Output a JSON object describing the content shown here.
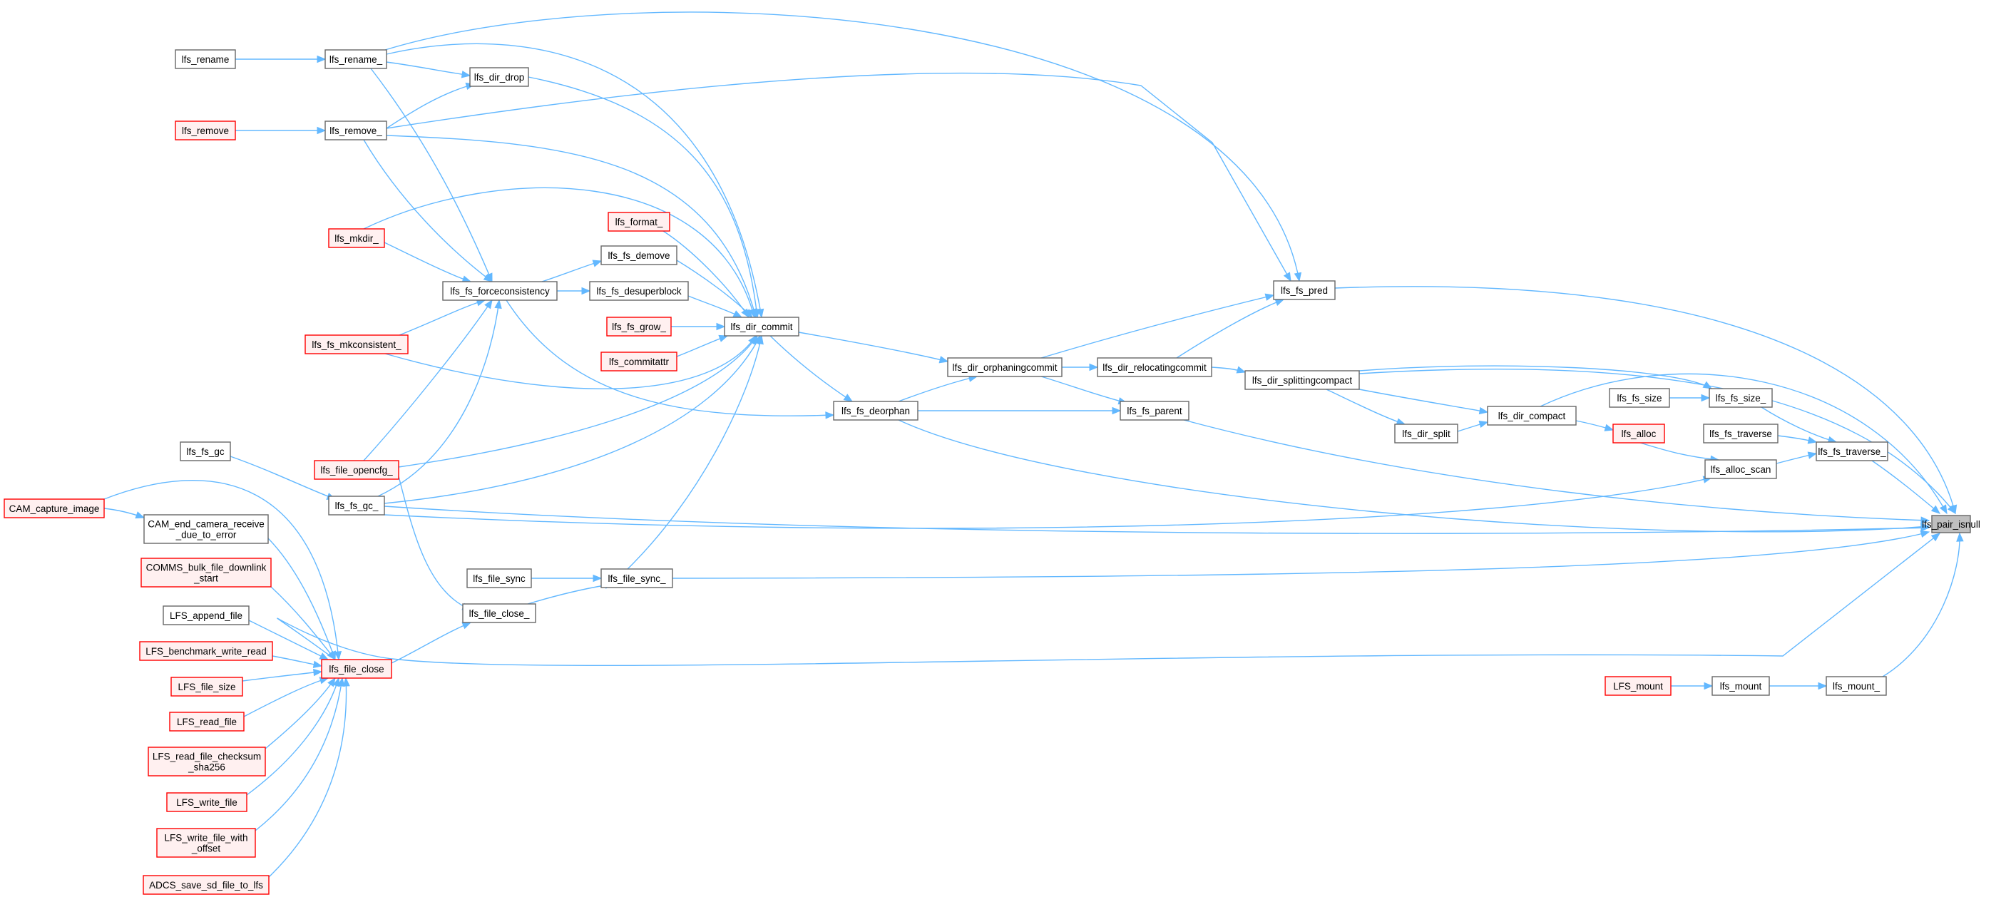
{
  "colors": {
    "edge": "#63b8ff",
    "node_border": "#666666",
    "node_fill": "#ffffff",
    "trunc_border": "#ff0000",
    "trunc_fill": "#fff0f0",
    "focus_border": "#666666",
    "focus_fill": "#bfbfbf"
  },
  "nodes": [
    {
      "id": "lfs_pair_isnull",
      "lines": [
        "lfs_pair_isnull"
      ],
      "kind": "focus"
    },
    {
      "id": "lfs_fs_pred",
      "lines": [
        "lfs_fs_pred"
      ],
      "kind": "normal"
    },
    {
      "id": "lfs_dir_splittingcompact",
      "lines": [
        "lfs_dir_splittingcompact"
      ],
      "kind": "normal"
    },
    {
      "id": "lfs_dir_compact",
      "lines": [
        "lfs_dir_compact"
      ],
      "kind": "normal"
    },
    {
      "id": "lfs_dir_split",
      "lines": [
        "lfs_dir_split"
      ],
      "kind": "normal"
    },
    {
      "id": "lfs_fs_size",
      "lines": [
        "lfs_fs_size"
      ],
      "kind": "normal"
    },
    {
      "id": "lfs_fs_size_",
      "lines": [
        "lfs_fs_size_"
      ],
      "kind": "normal"
    },
    {
      "id": "lfs_fs_traverse",
      "lines": [
        "lfs_fs_traverse"
      ],
      "kind": "normal"
    },
    {
      "id": "lfs_alloc",
      "lines": [
        "lfs_alloc"
      ],
      "kind": "truncated"
    },
    {
      "id": "lfs_fs_traverse_",
      "lines": [
        "lfs_fs_traverse_"
      ],
      "kind": "normal"
    },
    {
      "id": "lfs_alloc_scan",
      "lines": [
        "lfs_alloc_scan"
      ],
      "kind": "normal"
    },
    {
      "id": "lfs_dir_relocatingcommit",
      "lines": [
        "lfs_dir_relocatingcommit"
      ],
      "kind": "normal"
    },
    {
      "id": "lfs_dir_orphaningcommit",
      "lines": [
        "lfs_dir_orphaningcommit"
      ],
      "kind": "normal"
    },
    {
      "id": "lfs_fs_parent",
      "lines": [
        "lfs_fs_parent"
      ],
      "kind": "normal"
    },
    {
      "id": "lfs_fs_deorphan",
      "lines": [
        "lfs_fs_deorphan"
      ],
      "kind": "normal"
    },
    {
      "id": "lfs_dir_commit",
      "lines": [
        "lfs_dir_commit"
      ],
      "kind": "normal"
    },
    {
      "id": "lfs_format_",
      "lines": [
        "lfs_format_"
      ],
      "kind": "truncated"
    },
    {
      "id": "lfs_fs_demove",
      "lines": [
        "lfs_fs_demove"
      ],
      "kind": "normal"
    },
    {
      "id": "lfs_fs_desuperblock",
      "lines": [
        "lfs_fs_desuperblock"
      ],
      "kind": "normal"
    },
    {
      "id": "lfs_fs_grow_",
      "lines": [
        "lfs_fs_grow_"
      ],
      "kind": "truncated"
    },
    {
      "id": "lfs_commitattr",
      "lines": [
        "lfs_commitattr"
      ],
      "kind": "truncated"
    },
    {
      "id": "lfs_dir_drop",
      "lines": [
        "lfs_dir_drop"
      ],
      "kind": "normal"
    },
    {
      "id": "lfs_rename_",
      "lines": [
        "lfs_rename_"
      ],
      "kind": "normal"
    },
    {
      "id": "lfs_rename",
      "lines": [
        "lfs_rename"
      ],
      "kind": "normal"
    },
    {
      "id": "lfs_remove_",
      "lines": [
        "lfs_remove_"
      ],
      "kind": "normal"
    },
    {
      "id": "lfs_remove",
      "lines": [
        "lfs_remove"
      ],
      "kind": "truncated"
    },
    {
      "id": "lfs_mkdir_",
      "lines": [
        "lfs_mkdir_"
      ],
      "kind": "truncated"
    },
    {
      "id": "lfs_fs_forceconsistency",
      "lines": [
        "lfs_fs_forceconsistency"
      ],
      "kind": "normal"
    },
    {
      "id": "lfs_fs_mkconsistent_",
      "lines": [
        "lfs_fs_mkconsistent_"
      ],
      "kind": "truncated"
    },
    {
      "id": "lfs_file_opencfg_",
      "lines": [
        "lfs_file_opencfg_"
      ],
      "kind": "truncated"
    },
    {
      "id": "lfs_fs_gc",
      "lines": [
        "lfs_fs_gc"
      ],
      "kind": "normal"
    },
    {
      "id": "lfs_fs_gc_",
      "lines": [
        "lfs_fs_gc_"
      ],
      "kind": "normal"
    },
    {
      "id": "lfs_file_sync",
      "lines": [
        "lfs_file_sync"
      ],
      "kind": "normal"
    },
    {
      "id": "lfs_file_sync_",
      "lines": [
        "lfs_file_sync_"
      ],
      "kind": "normal"
    },
    {
      "id": "lfs_file_close_",
      "lines": [
        "lfs_file_close_"
      ],
      "kind": "normal"
    },
    {
      "id": "lfs_file_close",
      "lines": [
        "lfs_file_close"
      ],
      "kind": "truncated"
    },
    {
      "id": "CAM_capture_image",
      "lines": [
        "CAM_capture_image"
      ],
      "kind": "truncated"
    },
    {
      "id": "CAM_end_camera_receive_due_to_error",
      "lines": [
        "CAM_end_camera_receive",
        "_due_to_error"
      ],
      "kind": "normal"
    },
    {
      "id": "COMMS_bulk_file_downlink_start",
      "lines": [
        "COMMS_bulk_file_downlink",
        "_start"
      ],
      "kind": "truncated"
    },
    {
      "id": "LFS_append_file",
      "lines": [
        "LFS_append_file"
      ],
      "kind": "normal"
    },
    {
      "id": "LFS_benchmark_write_read",
      "lines": [
        "LFS_benchmark_write_read"
      ],
      "kind": "truncated"
    },
    {
      "id": "LFS_file_size",
      "lines": [
        "LFS_file_size"
      ],
      "kind": "truncated"
    },
    {
      "id": "LFS_read_file",
      "lines": [
        "LFS_read_file"
      ],
      "kind": "truncated"
    },
    {
      "id": "LFS_read_file_checksum_sha256",
      "lines": [
        "LFS_read_file_checksum",
        "_sha256"
      ],
      "kind": "truncated"
    },
    {
      "id": "LFS_write_file",
      "lines": [
        "LFS_write_file"
      ],
      "kind": "truncated"
    },
    {
      "id": "LFS_write_file_with_offset",
      "lines": [
        "LFS_write_file_with",
        "_offset"
      ],
      "kind": "truncated"
    },
    {
      "id": "ADCS_save_sd_file_to_lfs",
      "lines": [
        "ADCS_save_sd_file_to_lfs"
      ],
      "kind": "truncated"
    },
    {
      "id": "lfs_mount_",
      "lines": [
        "lfs_mount_"
      ],
      "kind": "normal"
    },
    {
      "id": "lfs_mount",
      "lines": [
        "lfs_mount"
      ],
      "kind": "normal"
    },
    {
      "id": "LFS_mount",
      "lines": [
        "LFS_mount"
      ],
      "kind": "truncated"
    }
  ],
  "edges": [
    {
      "from": "lfs_fs_pred",
      "to": "lfs_pair_isnull"
    },
    {
      "from": "lfs_dir_splittingcompact",
      "to": "lfs_pair_isnull"
    },
    {
      "from": "lfs_dir_compact",
      "to": "lfs_pair_isnull"
    },
    {
      "from": "lfs_fs_traverse_",
      "to": "lfs_pair_isnull"
    },
    {
      "from": "lfs_fs_parent",
      "to": "lfs_pair_isnull"
    },
    {
      "from": "lfs_fs_deorphan",
      "to": "lfs_pair_isnull"
    },
    {
      "from": "lfs_fs_gc_",
      "to": "lfs_pair_isnull"
    },
    {
      "from": "lfs_file_sync_",
      "to": "lfs_pair_isnull"
    },
    {
      "from": "lfs_file_close",
      "to": "lfs_pair_isnull"
    },
    {
      "from": "lfs_mount_",
      "to": "lfs_pair_isnull"
    },
    {
      "from": "lfs_fs_size_",
      "to": "lfs_fs_traverse_"
    },
    {
      "from": "lfs_fs_traverse",
      "to": "lfs_fs_traverse_"
    },
    {
      "from": "lfs_alloc_scan",
      "to": "lfs_fs_traverse_"
    },
    {
      "from": "lfs_fs_size",
      "to": "lfs_fs_size_"
    },
    {
      "from": "lfs_alloc",
      "to": "lfs_alloc_scan"
    },
    {
      "from": "lfs_dir_splittingcompact",
      "to": "lfs_fs_size_"
    },
    {
      "from": "lfs_fs_gc_",
      "to": "lfs_alloc_scan"
    },
    {
      "from": "lfs_dir_split",
      "to": "lfs_dir_compact"
    },
    {
      "from": "lfs_dir_compact",
      "to": "lfs_alloc"
    },
    {
      "from": "lfs_dir_splittingcompact",
      "to": "lfs_dir_compact"
    },
    {
      "from": "lfs_dir_splittingcompact",
      "to": "lfs_dir_split"
    },
    {
      "from": "lfs_dir_relocatingcommit",
      "to": "lfs_dir_splittingcompact"
    },
    {
      "from": "lfs_dir_relocatingcommit",
      "to": "lfs_fs_pred"
    },
    {
      "from": "lfs_dir_orphaningcommit",
      "to": "lfs_fs_pred"
    },
    {
      "from": "lfs_dir_orphaningcommit",
      "to": "lfs_dir_relocatingcommit"
    },
    {
      "from": "lfs_dir_orphaningcommit",
      "to": "lfs_fs_parent"
    },
    {
      "from": "lfs_fs_deorphan",
      "to": "lfs_fs_parent"
    },
    {
      "from": "lfs_fs_deorphan",
      "to": "lfs_dir_orphaningcommit"
    },
    {
      "from": "lfs_dir_commit",
      "to": "lfs_dir_orphaningcommit"
    },
    {
      "from": "lfs_dir_commit",
      "to": "lfs_fs_deorphan"
    },
    {
      "from": "lfs_rename_",
      "to": "lfs_fs_pred"
    },
    {
      "from": "lfs_remove_",
      "to": "lfs_fs_pred"
    },
    {
      "from": "lfs_format_",
      "to": "lfs_dir_commit"
    },
    {
      "from": "lfs_fs_demove",
      "to": "lfs_dir_commit"
    },
    {
      "from": "lfs_fs_desuperblock",
      "to": "lfs_dir_commit"
    },
    {
      "from": "lfs_fs_grow_",
      "to": "lfs_dir_commit"
    },
    {
      "from": "lfs_commitattr",
      "to": "lfs_dir_commit"
    },
    {
      "from": "lfs_dir_drop",
      "to": "lfs_dir_commit"
    },
    {
      "from": "lfs_rename_",
      "to": "lfs_dir_commit"
    },
    {
      "from": "lfs_remove_",
      "to": "lfs_dir_commit"
    },
    {
      "from": "lfs_mkdir_",
      "to": "lfs_dir_commit"
    },
    {
      "from": "lfs_fs_mkconsistent_",
      "to": "lfs_dir_commit"
    },
    {
      "from": "lfs_file_opencfg_",
      "to": "lfs_dir_commit"
    },
    {
      "from": "lfs_fs_gc_",
      "to": "lfs_dir_commit"
    },
    {
      "from": "lfs_file_sync_",
      "to": "lfs_dir_commit"
    },
    {
      "from": "lfs_rename_",
      "to": "lfs_dir_drop"
    },
    {
      "from": "lfs_remove_",
      "to": "lfs_dir_drop"
    },
    {
      "from": "lfs_rename",
      "to": "lfs_rename_"
    },
    {
      "from": "lfs_remove",
      "to": "lfs_remove_"
    },
    {
      "from": "lfs_fs_forceconsistency",
      "to": "lfs_fs_demove"
    },
    {
      "from": "lfs_fs_forceconsistency",
      "to": "lfs_fs_desuperblock"
    },
    {
      "from": "lfs_fs_forceconsistency",
      "to": "lfs_fs_deorphan"
    },
    {
      "from": "lfs_rename_",
      "to": "lfs_fs_forceconsistency"
    },
    {
      "from": "lfs_remove_",
      "to": "lfs_fs_forceconsistency"
    },
    {
      "from": "lfs_mkdir_",
      "to": "lfs_fs_forceconsistency"
    },
    {
      "from": "lfs_fs_mkconsistent_",
      "to": "lfs_fs_forceconsistency"
    },
    {
      "from": "lfs_file_opencfg_",
      "to": "lfs_fs_forceconsistency"
    },
    {
      "from": "lfs_fs_gc_",
      "to": "lfs_fs_forceconsistency"
    },
    {
      "from": "lfs_fs_gc",
      "to": "lfs_fs_gc_"
    },
    {
      "from": "lfs_file_sync",
      "to": "lfs_file_sync_"
    },
    {
      "from": "lfs_file_close_",
      "to": "lfs_file_sync_"
    },
    {
      "from": "lfs_file_opencfg_",
      "to": "lfs_file_close_"
    },
    {
      "from": "lfs_file_close",
      "to": "lfs_file_close_"
    },
    {
      "from": "CAM_end_camera_receive_due_to_error",
      "to": "lfs_file_close"
    },
    {
      "from": "CAM_capture_image",
      "to": "lfs_file_close"
    },
    {
      "from": "CAM_capture_image",
      "to": "CAM_end_camera_receive_due_to_error"
    },
    {
      "from": "COMMS_bulk_file_downlink_start",
      "to": "lfs_file_close"
    },
    {
      "from": "LFS_append_file",
      "to": "lfs_file_close"
    },
    {
      "from": "LFS_benchmark_write_read",
      "to": "lfs_file_close"
    },
    {
      "from": "LFS_file_size",
      "to": "lfs_file_close"
    },
    {
      "from": "LFS_read_file",
      "to": "lfs_file_close"
    },
    {
      "from": "LFS_read_file_checksum_sha256",
      "to": "lfs_file_close"
    },
    {
      "from": "LFS_write_file",
      "to": "lfs_file_close"
    },
    {
      "from": "LFS_write_file_with_offset",
      "to": "lfs_file_close"
    },
    {
      "from": "ADCS_save_sd_file_to_lfs",
      "to": "lfs_file_close"
    },
    {
      "from": "lfs_mount",
      "to": "lfs_mount_"
    },
    {
      "from": "LFS_mount",
      "to": "lfs_mount"
    }
  ]
}
